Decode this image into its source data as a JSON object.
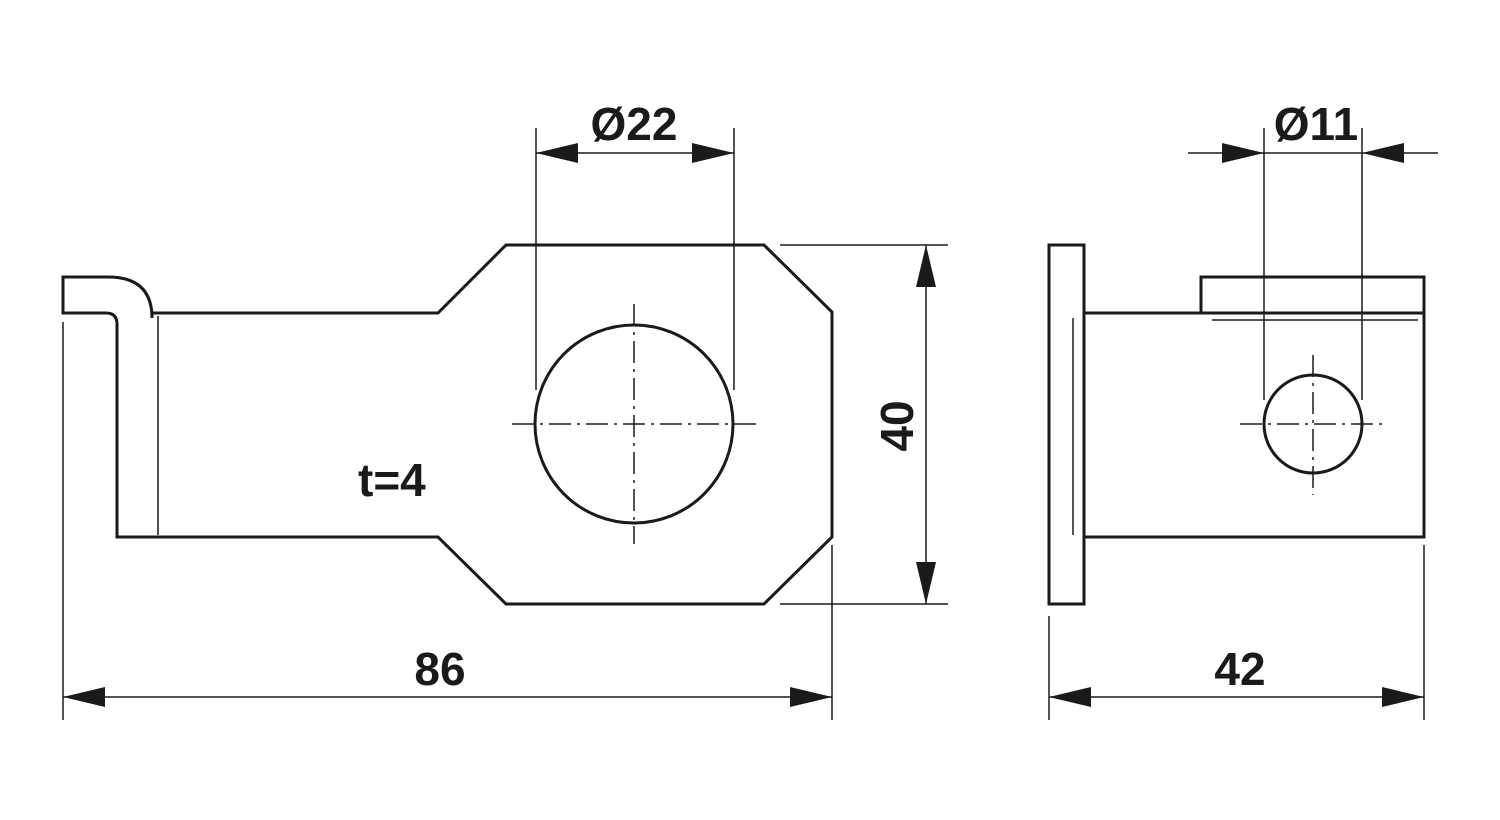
{
  "drawing": {
    "dimensions": {
      "length": "86",
      "height": "40",
      "large_hole": "Ø22",
      "thickness": "t=4",
      "depth": "42",
      "small_hole": "Ø11"
    },
    "colors": {
      "line": "#1a1a1a",
      "background": "#ffffff"
    }
  }
}
